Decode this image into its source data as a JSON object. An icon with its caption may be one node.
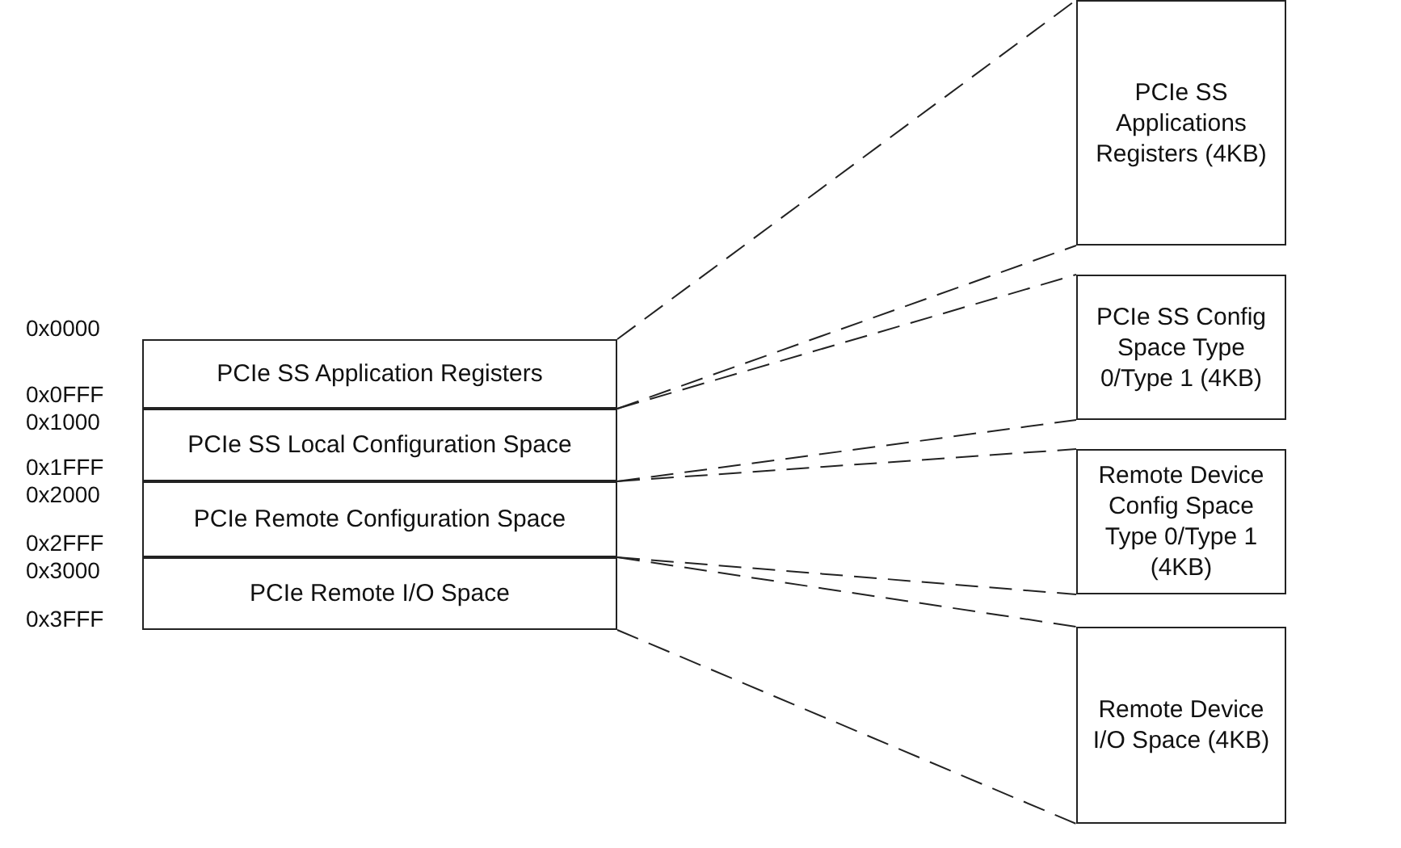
{
  "diagram": {
    "nodes": [
      {
        "text": [
          "PCIe SS Application Registers"
        ]
      },
      {
        "text": [
          "PCIe SS Local Configuration Space"
        ]
      },
      {
        "text": [
          "PCIe Remote Configuration Space"
        ]
      },
      {
        "text": [
          "PCIe Remote I/O Space"
        ]
      },
      {
        "text": [
          "PCIe SS Applications Registers (4KB)"
        ]
      },
      {
        "text": [
          "PCIe SS Config Space Type 0/Type 1 (4KB)"
        ]
      },
      {
        "text": [
          "Remote Device Config Space Type 0/Type 1 (4KB)"
        ]
      },
      {
        "text": [
          "Remote Device I/O Space (4KB)"
        ]
      }
    ],
    "edges": [
      {
        "from": 0,
        "to": 4,
        "arrow": "none",
        "style": "dashed"
      },
      {
        "from": 0,
        "to": 4,
        "arrow": "none",
        "style": "dashed"
      },
      {
        "from": 1,
        "to": 5,
        "arrow": "none",
        "style": "dashed"
      },
      {
        "from": 1,
        "to": 5,
        "arrow": "none",
        "style": "dashed"
      },
      {
        "from": 2,
        "to": 6,
        "arrow": "none",
        "style": "dashed"
      },
      {
        "from": 2,
        "to": 6,
        "arrow": "none",
        "style": "dashed"
      },
      {
        "from": 3,
        "to": 7,
        "arrow": "none",
        "style": "dashed"
      },
      {
        "from": 3,
        "to": 7,
        "arrow": "none",
        "style": "dashed"
      }
    ],
    "labels": [
      "0x0000",
      "0x0FFF",
      "0x1000",
      "0x1FFF",
      "0x2000",
      "0x2FFF",
      "0x3000",
      "0x3FFF"
    ]
  }
}
